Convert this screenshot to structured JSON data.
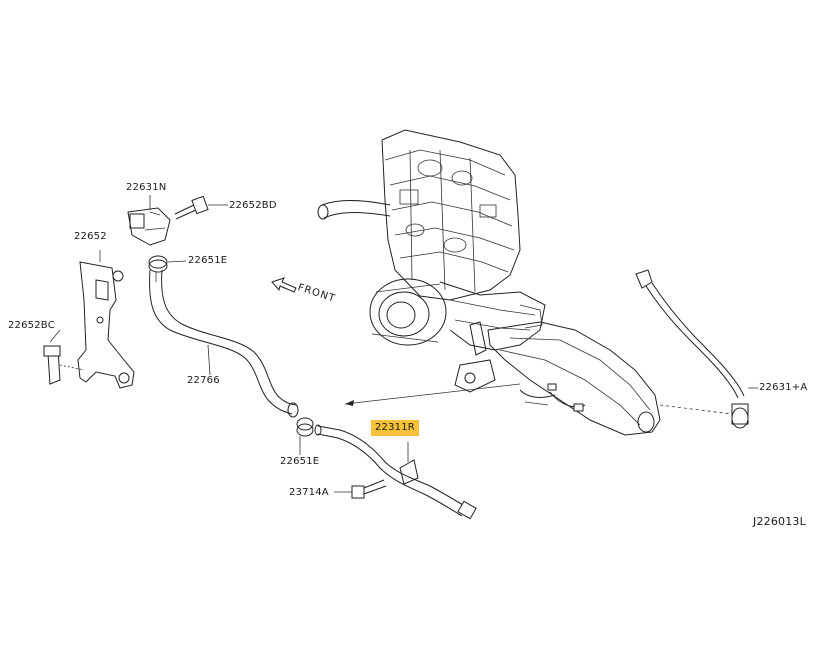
{
  "diagram": {
    "direction_label": "FRONT",
    "figure_code": "J226013L",
    "parts": [
      {
        "id": "p-22631n",
        "text": "22631N"
      },
      {
        "id": "p-22652bd",
        "text": "22652BD"
      },
      {
        "id": "p-22652",
        "text": "22652"
      },
      {
        "id": "p-22651e-top",
        "text": "22651E"
      },
      {
        "id": "p-22652bc",
        "text": "22652BC"
      },
      {
        "id": "p-22766",
        "text": "22766"
      },
      {
        "id": "p-22651e-bottom",
        "text": "22651E"
      },
      {
        "id": "p-22311r",
        "text": "22311R",
        "highlighted": true
      },
      {
        "id": "p-23714a",
        "text": "23714A"
      },
      {
        "id": "p-22631a",
        "text": "22631+A"
      }
    ],
    "colors": {
      "highlight": "#f7c23a",
      "line": "#222222"
    }
  }
}
